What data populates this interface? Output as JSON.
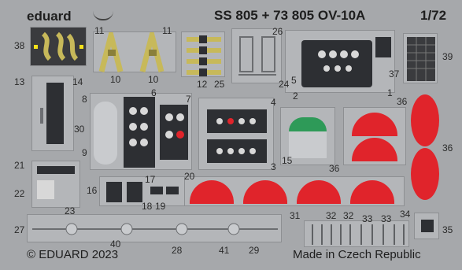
{
  "header": {
    "brand": "eduard",
    "code": "SS 805 + 73 805 OV-10A",
    "scale": "1/72"
  },
  "footer": {
    "copyright": "© EDUARD 2023",
    "origin": "Made in Czech Republic"
  },
  "part_numbers": [
    "38",
    "11",
    "11",
    "10",
    "10",
    "12",
    "25",
    "26",
    "24",
    "5",
    "2",
    "37",
    "1",
    "39",
    "13",
    "14",
    "8",
    "7",
    "6",
    "4",
    "30",
    "9",
    "36",
    "36",
    "36",
    "15",
    "3",
    "21",
    "22",
    "20",
    "17",
    "16",
    "18",
    "19",
    "23",
    "27",
    "40",
    "28",
    "41",
    "29",
    "31",
    "32",
    "32",
    "33",
    "33",
    "34",
    "35"
  ],
  "colors": {
    "fret_metal": "#a6a8ab",
    "panel_metal": "#b4b6b9",
    "canopy_mask_red": "#e0242b",
    "seat_belt_yellow": "#c7b95a",
    "instrument_black": "#2d2f33",
    "green_part": "#2e9a58"
  }
}
